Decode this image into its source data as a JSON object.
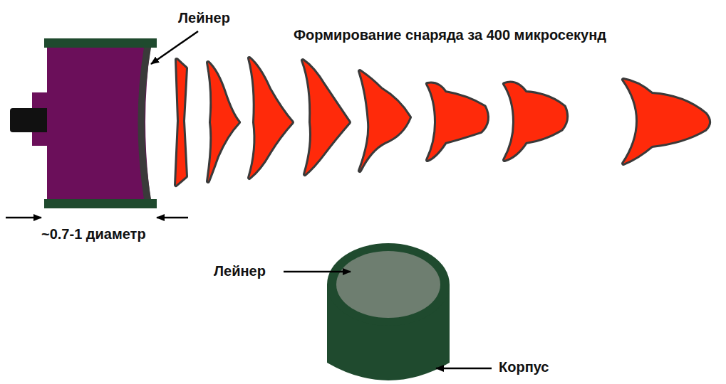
{
  "diagram": {
    "labels": [
      "Лейнер",
      "Формирование снаряда за 400 микросекунд",
      "~0.7-1 диаметр",
      "Лейнер",
      "Корпус"
    ]
  }
}
